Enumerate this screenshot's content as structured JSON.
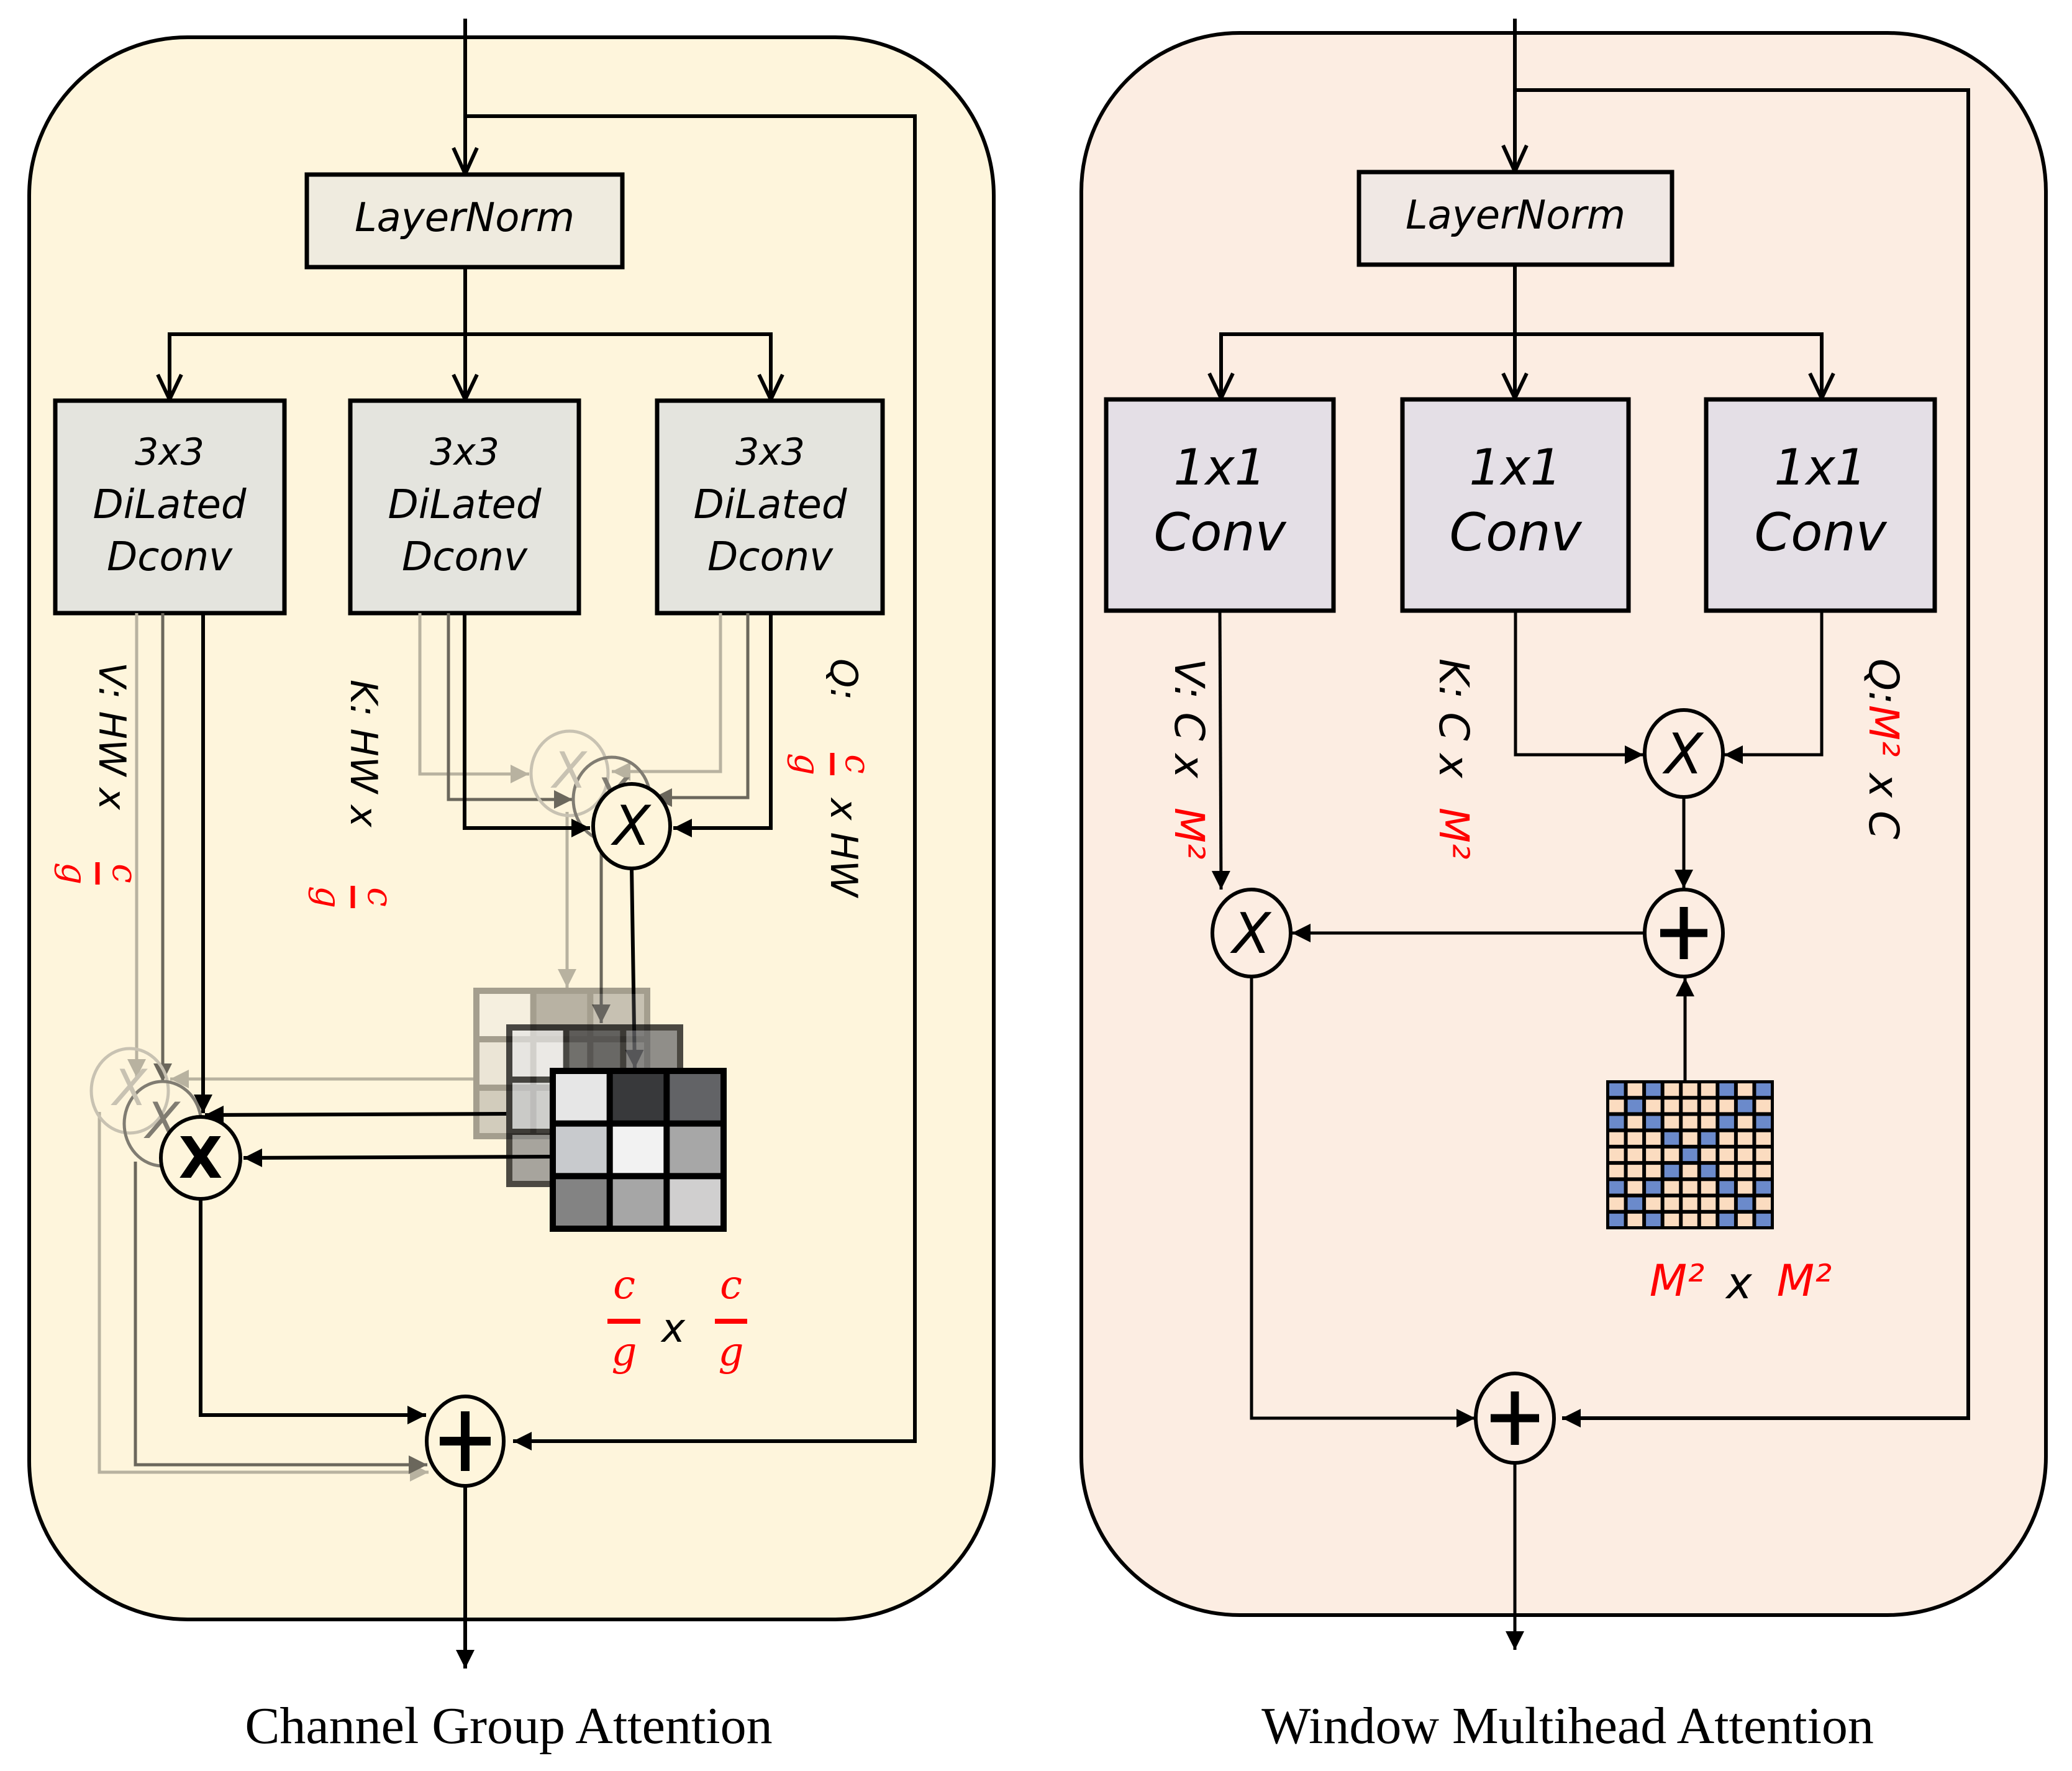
{
  "colors": {
    "left_panel_fill": "#fef5dc",
    "right_panel_fill": "#fcede2",
    "layernorm_fill_left": "#efebdf",
    "layernorm_fill_right": "#f0e8e4",
    "conv_fill_left": "#e4e4de",
    "conv_fill_right": "#e4dfe6",
    "stroke": "#000000",
    "ghost_mid": "#6b675c",
    "ghost_light": "#b8b2a0",
    "red": "#ff0000",
    "mask_on": "#6b8acb",
    "mask_off": "#fbdcc0"
  },
  "left_panel": {
    "caption": "Channel Group Attention",
    "layernorm_label": "LayerNorm",
    "conv_blocks": [
      {
        "lines": [
          "3x3",
          "DiLated",
          "Dconv"
        ]
      },
      {
        "lines": [
          "3x3",
          "DiLated",
          "Dconv"
        ]
      },
      {
        "lines": [
          "3x3",
          "DiLated",
          "Dconv"
        ]
      }
    ],
    "labels": {
      "v": {
        "prefix": "V: HW x",
        "frac_num": "c",
        "frac_den": "g"
      },
      "k": {
        "prefix": "K: HW x",
        "frac_num": "c",
        "frac_den": "g"
      },
      "q": {
        "prefix": "Q:",
        "frac_num": "c",
        "frac_den": "g",
        "suffix": "x HW"
      }
    },
    "attention_size": {
      "num1": "c",
      "den1": "g",
      "times": "x",
      "num2": "c",
      "den2": "g"
    },
    "attention_map_shades": [
      [
        "#e6e6e6",
        "#38393b",
        "#626366"
      ],
      [
        "#c8cacd",
        "#f2f2f2",
        "#a7a7a7"
      ],
      [
        "#838383",
        "#a6a6a6",
        "#d0cfcf"
      ]
    ],
    "ops": {
      "multiply": "X",
      "add": "+"
    }
  },
  "right_panel": {
    "caption": "Window Multihead Attention",
    "layernorm_label": "LayerNorm",
    "conv_blocks": [
      {
        "lines": [
          "1x1",
          "Conv"
        ]
      },
      {
        "lines": [
          "1x1",
          "Conv"
        ]
      },
      {
        "lines": [
          "1x1",
          "Conv"
        ]
      }
    ],
    "labels": {
      "v": {
        "black": "V: C x",
        "red": "M²"
      },
      "k": {
        "black": "K: C x",
        "red": "M²"
      },
      "q": {
        "black_prefix": "Q:",
        "red": "M²",
        "black_suffix": "x C"
      }
    },
    "mask_size": {
      "a": "M²",
      "times": "x",
      "b": "M²"
    },
    "mask_pattern": [
      [
        1,
        0,
        1,
        0,
        0,
        0,
        1,
        0,
        1
      ],
      [
        0,
        1,
        0,
        0,
        0,
        0,
        0,
        1,
        0
      ],
      [
        1,
        0,
        1,
        0,
        0,
        0,
        1,
        0,
        1
      ],
      [
        0,
        0,
        0,
        1,
        0,
        1,
        0,
        0,
        0
      ],
      [
        0,
        0,
        0,
        0,
        1,
        0,
        0,
        0,
        0
      ],
      [
        0,
        0,
        0,
        1,
        0,
        1,
        0,
        0,
        0
      ],
      [
        1,
        0,
        1,
        0,
        0,
        0,
        1,
        0,
        1
      ],
      [
        0,
        1,
        0,
        0,
        0,
        0,
        0,
        1,
        0
      ],
      [
        1,
        0,
        1,
        0,
        0,
        0,
        1,
        0,
        1
      ]
    ],
    "ops": {
      "multiply": "X",
      "add": "+"
    }
  }
}
